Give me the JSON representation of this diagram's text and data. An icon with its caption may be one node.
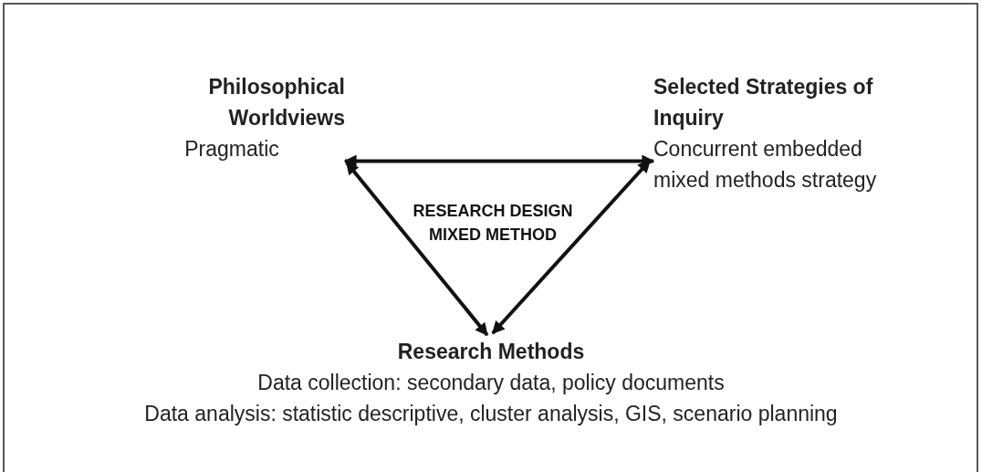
{
  "diagram": {
    "nodes": [
      {
        "text": [
          "Philosophical Worldviews",
          "Pragmatic"
        ]
      },
      {
        "text": [
          "Selected Strategies of Inquiry",
          "Concurrent embedded mixed methods strategy"
        ]
      },
      {
        "text": [
          "Research Methods",
          "Data collection: secondary data, policy documents",
          "Data analysis: statistic descriptive, cluster analysis, GIS, scenario planning"
        ]
      }
    ],
    "edges": [
      {
        "from": 0,
        "to": 1,
        "arrow": "both"
      },
      {
        "from": 0,
        "to": 2,
        "arrow": "both"
      },
      {
        "from": 1,
        "to": 2,
        "arrow": "both"
      }
    ],
    "labels": [
      "RESEARCH DESIGN MIXED METHOD"
    ]
  }
}
